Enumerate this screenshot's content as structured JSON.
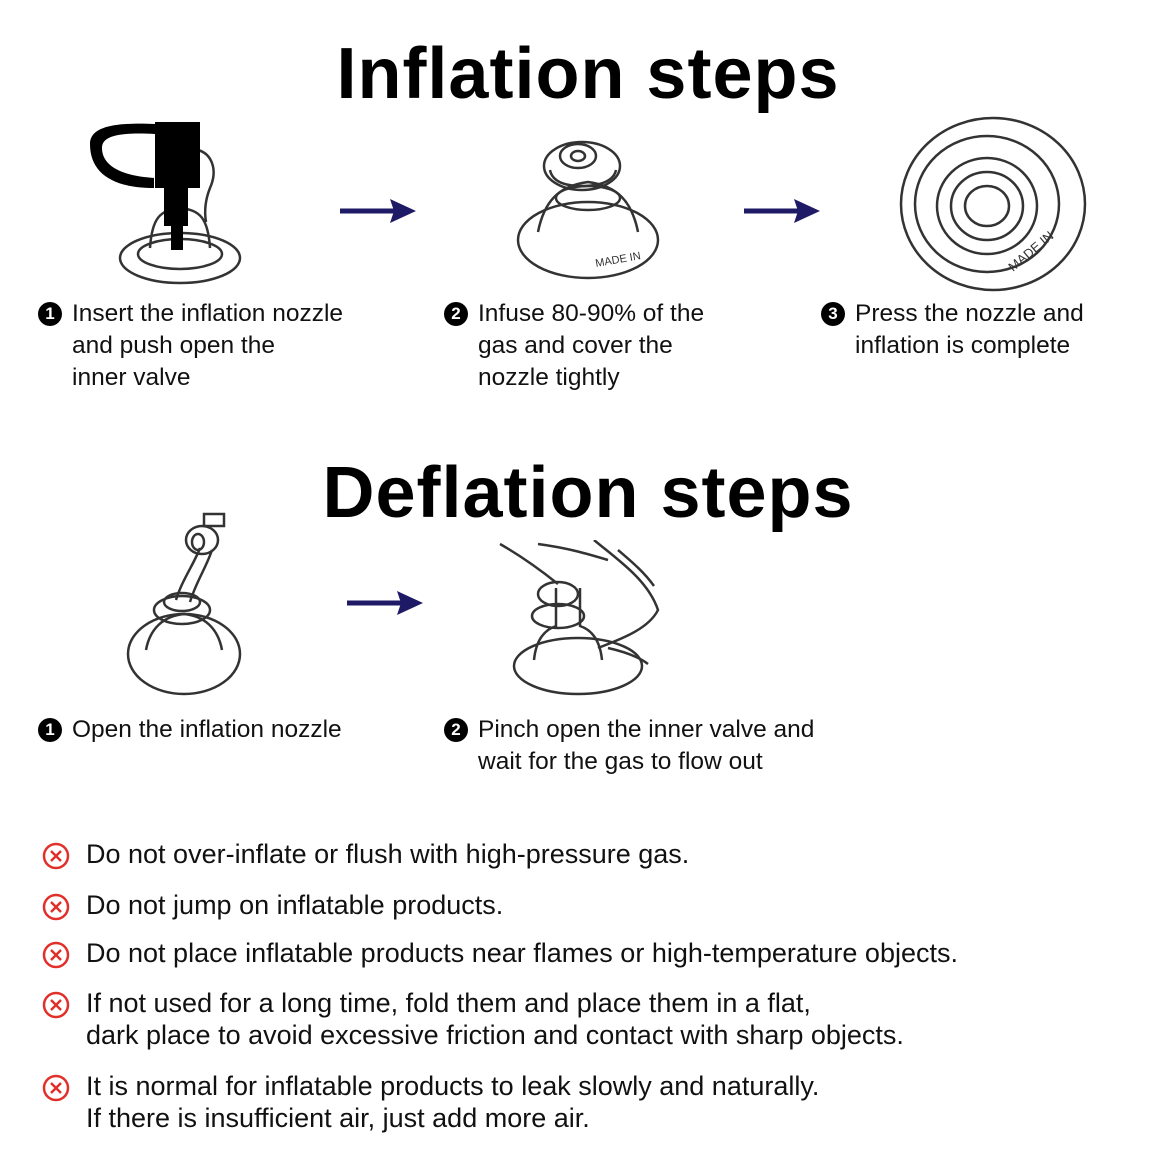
{
  "inflation": {
    "title": "Inflation steps",
    "steps": [
      {
        "number": "1",
        "text": "Insert the inflation nozzle\nand push open the\ninner valve"
      },
      {
        "number": "2",
        "text": "Infuse 80-90% of the\ngas and cover the\nnozzle tightly"
      },
      {
        "number": "3",
        "text": "Press the nozzle and\ninflation is complete"
      }
    ]
  },
  "deflation": {
    "title": "Deflation steps",
    "steps": [
      {
        "number": "1",
        "text": "Open the inflation nozzle"
      },
      {
        "number": "2",
        "text": "Pinch open the inner valve and\nwait for the gas to flow out"
      }
    ]
  },
  "warnings": [
    "Do not over-inflate or flush with high-pressure gas.",
    "Do not jump on inflatable products.",
    "Do not place inflatable products near flames or high-temperature objects.",
    "If not used for a long time, fold them and place them in a flat,\ndark place to avoid excessive friction and contact with sharp objects.",
    "It is normal for inflatable products to leak slowly and naturally.\nIf there is insufficient air, just add more air."
  ],
  "colors": {
    "arrow": "#1f1a66",
    "warning_icon": "#e0302a",
    "line_art": "#333333"
  },
  "icons": {
    "step_arrow": "right-arrow-icon",
    "warning": "prohibited-icon"
  }
}
